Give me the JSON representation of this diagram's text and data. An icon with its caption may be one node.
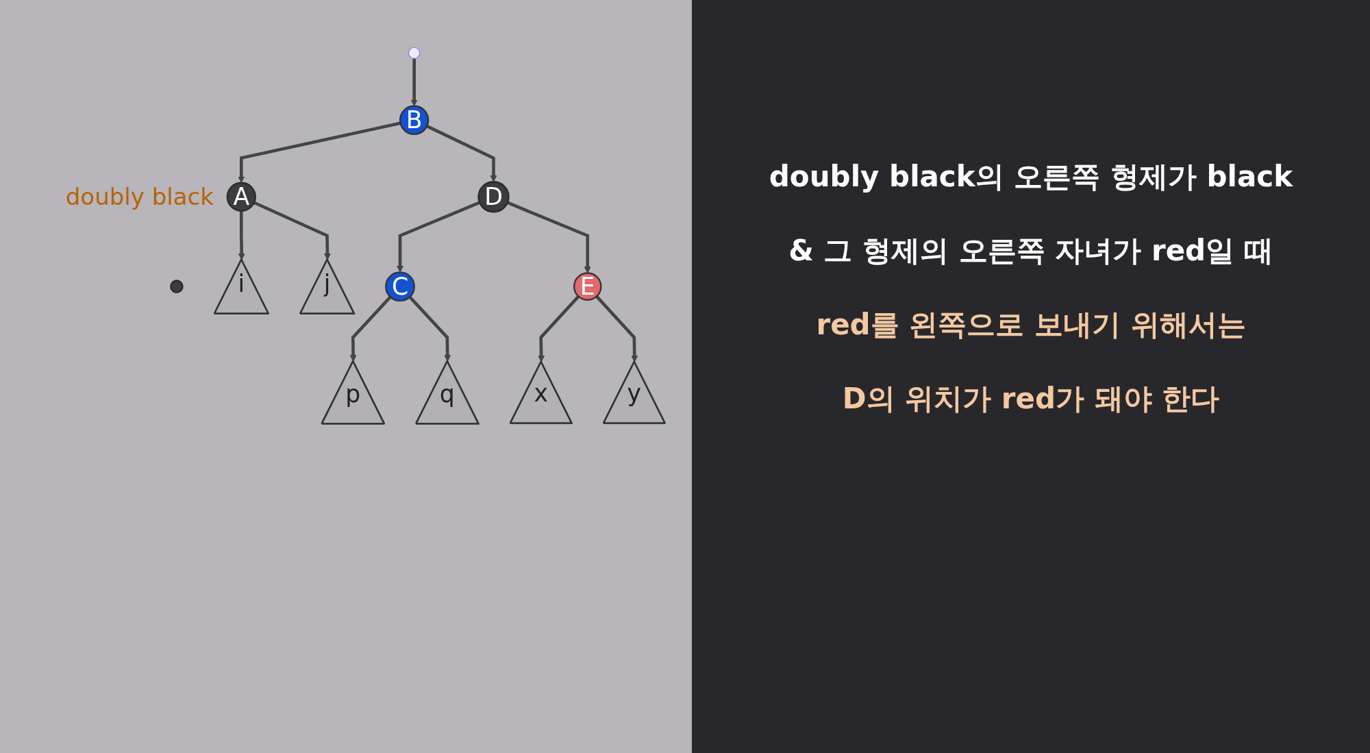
{
  "diagram": {
    "nodes": [
      {
        "text": [
          "B"
        ]
      },
      {
        "text": [
          "A"
        ],
        "beside": [
          "doubly black"
        ]
      },
      {
        "text": [],
        "shape": "circle"
      },
      {
        "text": [
          "D"
        ]
      },
      {
        "text": [
          "i"
        ]
      },
      {
        "text": [
          "j"
        ]
      },
      {
        "text": [
          "C"
        ]
      },
      {
        "text": [
          "E"
        ]
      },
      {
        "text": [
          "p"
        ]
      },
      {
        "text": [
          "q"
        ]
      },
      {
        "text": [
          "x"
        ]
      },
      {
        "text": [
          "y"
        ]
      }
    ],
    "edges": [
      {
        "from": null,
        "to": 0,
        "arrow": "to"
      },
      {
        "from": 0,
        "to": 1,
        "arrow": "to"
      },
      {
        "from": 0,
        "to": 3,
        "arrow": "to"
      },
      {
        "from": 1,
        "to": 4,
        "arrow": "to"
      },
      {
        "from": 1,
        "to": 5,
        "arrow": "to"
      },
      {
        "from": 3,
        "to": 6,
        "arrow": "to"
      },
      {
        "from": 3,
        "to": 7,
        "arrow": "to"
      },
      {
        "from": 6,
        "to": 8,
        "arrow": "to"
      },
      {
        "from": 6,
        "to": 9,
        "arrow": "to"
      },
      {
        "from": 7,
        "to": 10,
        "arrow": "to"
      },
      {
        "from": 7,
        "to": 11,
        "arrow": "to"
      }
    ],
    "labels": [
      "doubly black의 오른쪽 형제가 black",
      "& 그 형제의 오른쪽 자녀가 red일 때",
      "red를 왼쪽으로 보내기 위해서는",
      "D의 위치가 red가 돼야 한다"
    ]
  }
}
